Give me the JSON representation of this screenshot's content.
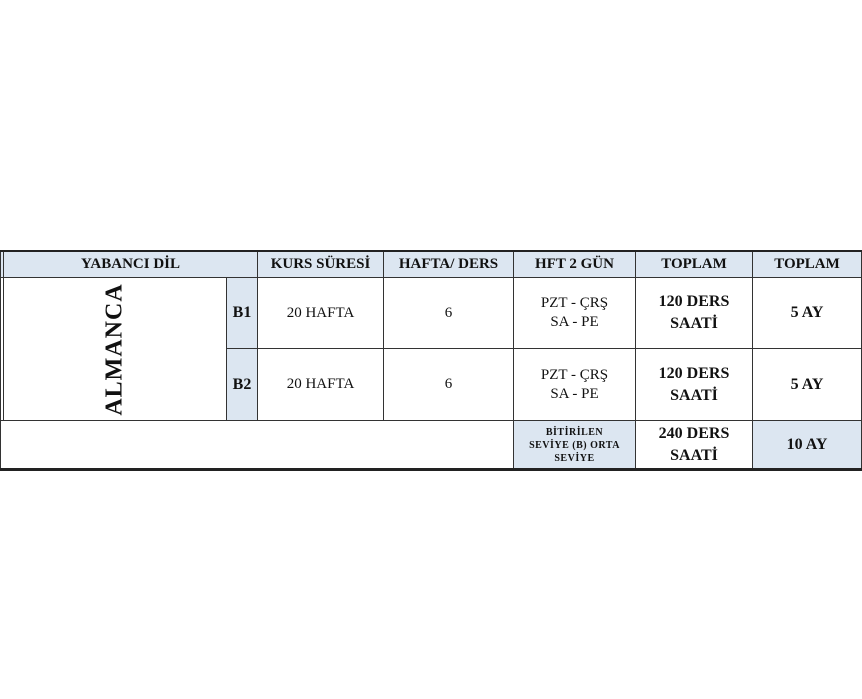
{
  "header": {
    "language": "YABANCI DİL",
    "course_duration": "KURS SÜRESİ",
    "weekly_lessons": "HAFTA/ DERS",
    "days": "HFT 2 GÜN",
    "total_hours": "TOPLAM",
    "total_months": "TOPLAM"
  },
  "language_name": "ALMANCA",
  "rows": [
    {
      "level": "B1",
      "duration": "20 HAFTA",
      "weekly": "6",
      "days_line1": "PZT - ÇRŞ",
      "days_line2": "SA -  PE",
      "hours_line1": "120 DERS",
      "hours_line2": "SAATİ",
      "months": "5 AY"
    },
    {
      "level": "B2",
      "duration": "20 HAFTA",
      "weekly": "6",
      "days_line1": "PZT - ÇRŞ",
      "days_line2": "SA -  PE",
      "hours_line1": "120 DERS",
      "hours_line2": "SAATİ",
      "months": "5 AY"
    }
  ],
  "footer": {
    "completed_level_line1": "BİTİRİLEN",
    "completed_level_line2": "SEVİYE (B) ORTA",
    "completed_level_line3": "SEVİYE",
    "total_hours_line1": "240 DERS",
    "total_hours_line2": "SAATİ",
    "total_months": "10 AY"
  }
}
